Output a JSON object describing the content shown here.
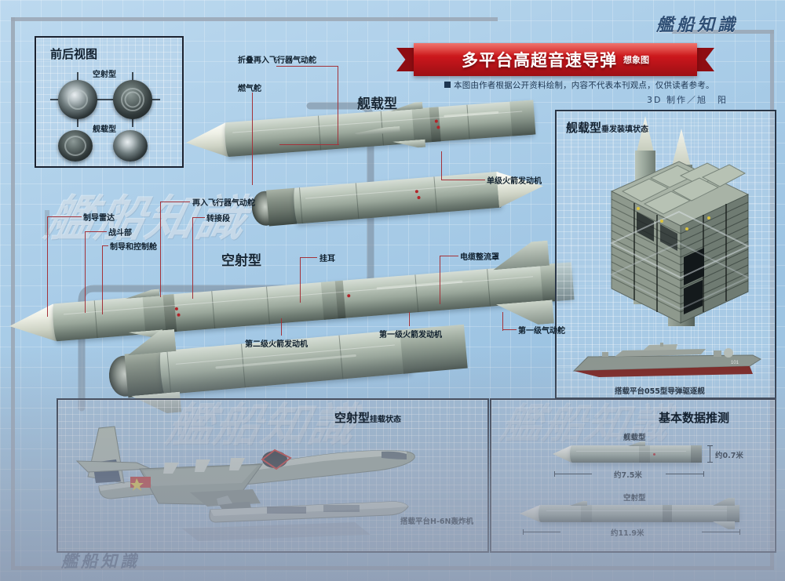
{
  "masthead": {
    "top": "艦船知識",
    "bottom": "艦船知識",
    "watermark": "艦船知識"
  },
  "title": {
    "main": "多平台高超音速导弹",
    "sub": "想象图",
    "disclaimer": "本图由作者根据公开资料绘制，内容不代表本刊观点，仅供读者参考。",
    "credit": "3D 制作／旭　阳",
    "ribbon_color": "#c8161c"
  },
  "panels": {
    "front_rear_views": {
      "title": "前后视图",
      "labels": [
        "空射型",
        "舰载型"
      ]
    },
    "vls": {
      "title": "舰载型",
      "subtitle": "垂发装填状态",
      "ship_caption": "搭载平台055型导弹驱逐舰"
    },
    "air_launch": {
      "title": "空射型",
      "subtitle": "挂载状态",
      "aircraft_caption": "搭载平台H-6N轰炸机"
    },
    "basic_data": {
      "title": "基本数据推测",
      "items": [
        {
          "name": "舰载型",
          "length": "约7.5米",
          "diameter": "约0.7米"
        },
        {
          "name": "空射型",
          "length": "约11.9米",
          "diameter": ""
        }
      ]
    }
  },
  "sections": {
    "ship_type_heading": "舰载型",
    "air_type_heading": "空射型"
  },
  "callouts": {
    "ship_variant": [
      "折叠再入飞行器气动舵",
      "燃气舵",
      "单级火箭发动机"
    ],
    "air_variant": [
      "制导雷达",
      "战斗部",
      "制导和控制舱",
      "再入飞行器气动舵",
      "转接段",
      "挂耳",
      "电缆整流罩",
      "第二级火箭发动机",
      "第一级火箭发动机",
      "第一级气动舵"
    ]
  },
  "colors": {
    "background": "#aacde8",
    "accent_red": "#c8161c",
    "lead_line": "#a3333a",
    "missile_body": "#b5c4b8",
    "panel_border": "#1b2230"
  }
}
